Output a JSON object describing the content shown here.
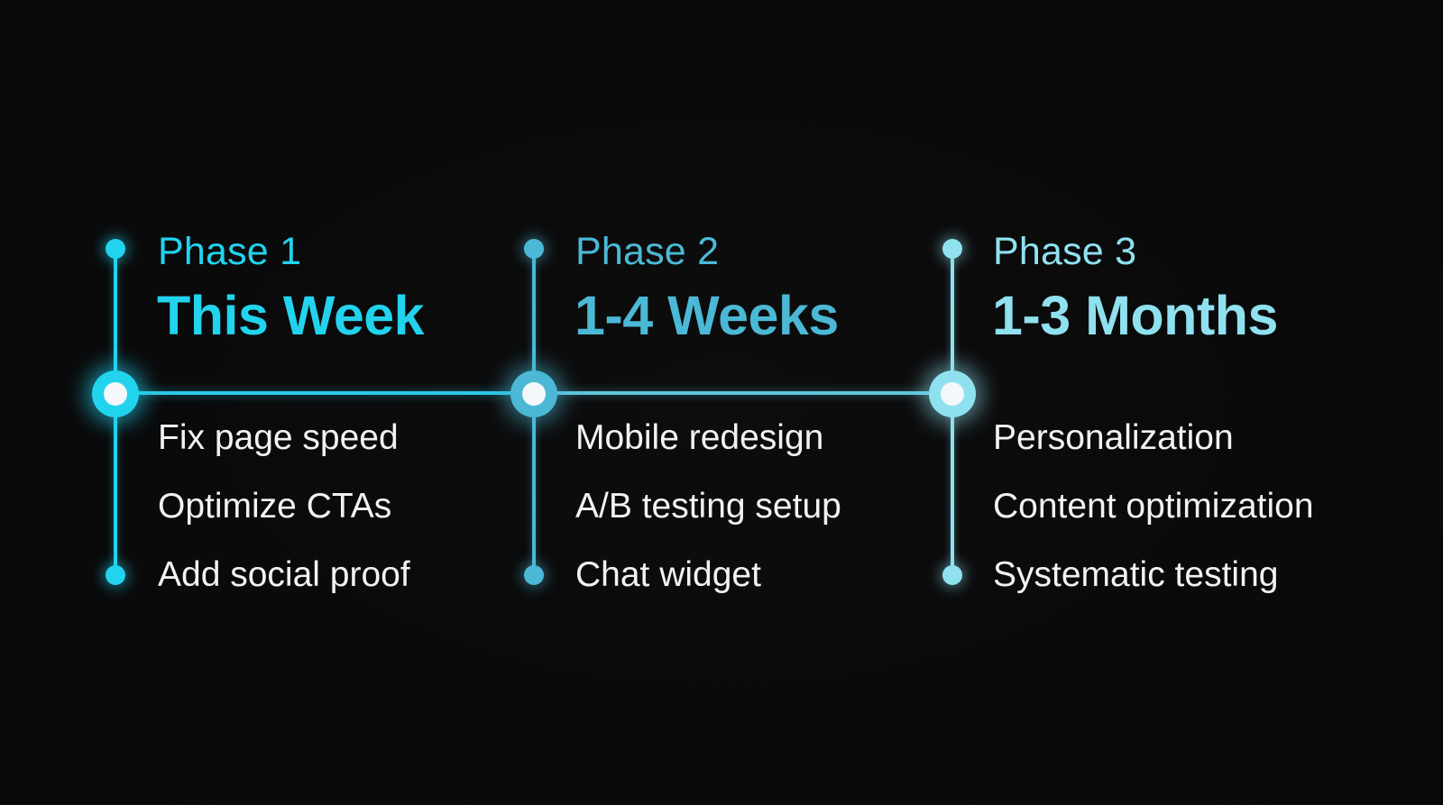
{
  "diagram": {
    "type": "horizontal-timeline-roadmap",
    "background_color": "#0a0a0b",
    "task_text_color": "#f2f2f2",
    "connectors": [
      {
        "from": "phase-1",
        "to": "phase-2",
        "color": "#2bc8e6"
      },
      {
        "from": "phase-2",
        "to": "phase-3",
        "color": "#5cc6dd"
      }
    ],
    "phases": [
      {
        "label": "Phase 1",
        "title": "This Week",
        "color": "#22d3ee",
        "tasks": [
          "Fix page speed",
          "Optimize CTAs",
          "Add social proof"
        ]
      },
      {
        "label": "Phase 2",
        "title": "1-4 Weeks",
        "color": "#4bb9d6",
        "tasks": [
          "Mobile redesign",
          "A/B testing setup",
          "Chat widget"
        ]
      },
      {
        "label": "Phase 3",
        "title": "1-3 Months",
        "color": "#8fe1ef",
        "tasks": [
          "Personalization",
          "Content optimization",
          "Systematic testing"
        ]
      }
    ]
  }
}
